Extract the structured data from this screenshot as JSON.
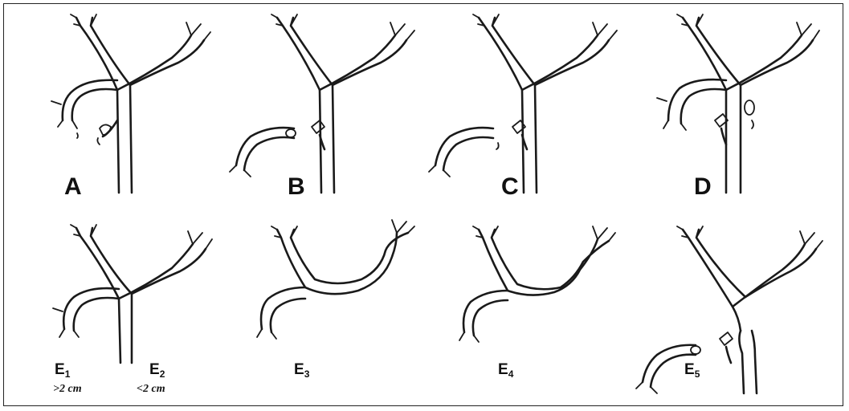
{
  "panels_top": [
    {
      "label": "A"
    },
    {
      "label": "B"
    },
    {
      "label": "C"
    },
    {
      "label": "D"
    }
  ],
  "panels_bottom": [
    {
      "label": "E",
      "sub": "1",
      "note": ">2 cm"
    },
    {
      "label": "E",
      "sub": "2",
      "note": "<2 cm"
    },
    {
      "label": "E",
      "sub": "3"
    },
    {
      "label": "E",
      "sub": "4"
    },
    {
      "label": "E",
      "sub": "5"
    }
  ]
}
